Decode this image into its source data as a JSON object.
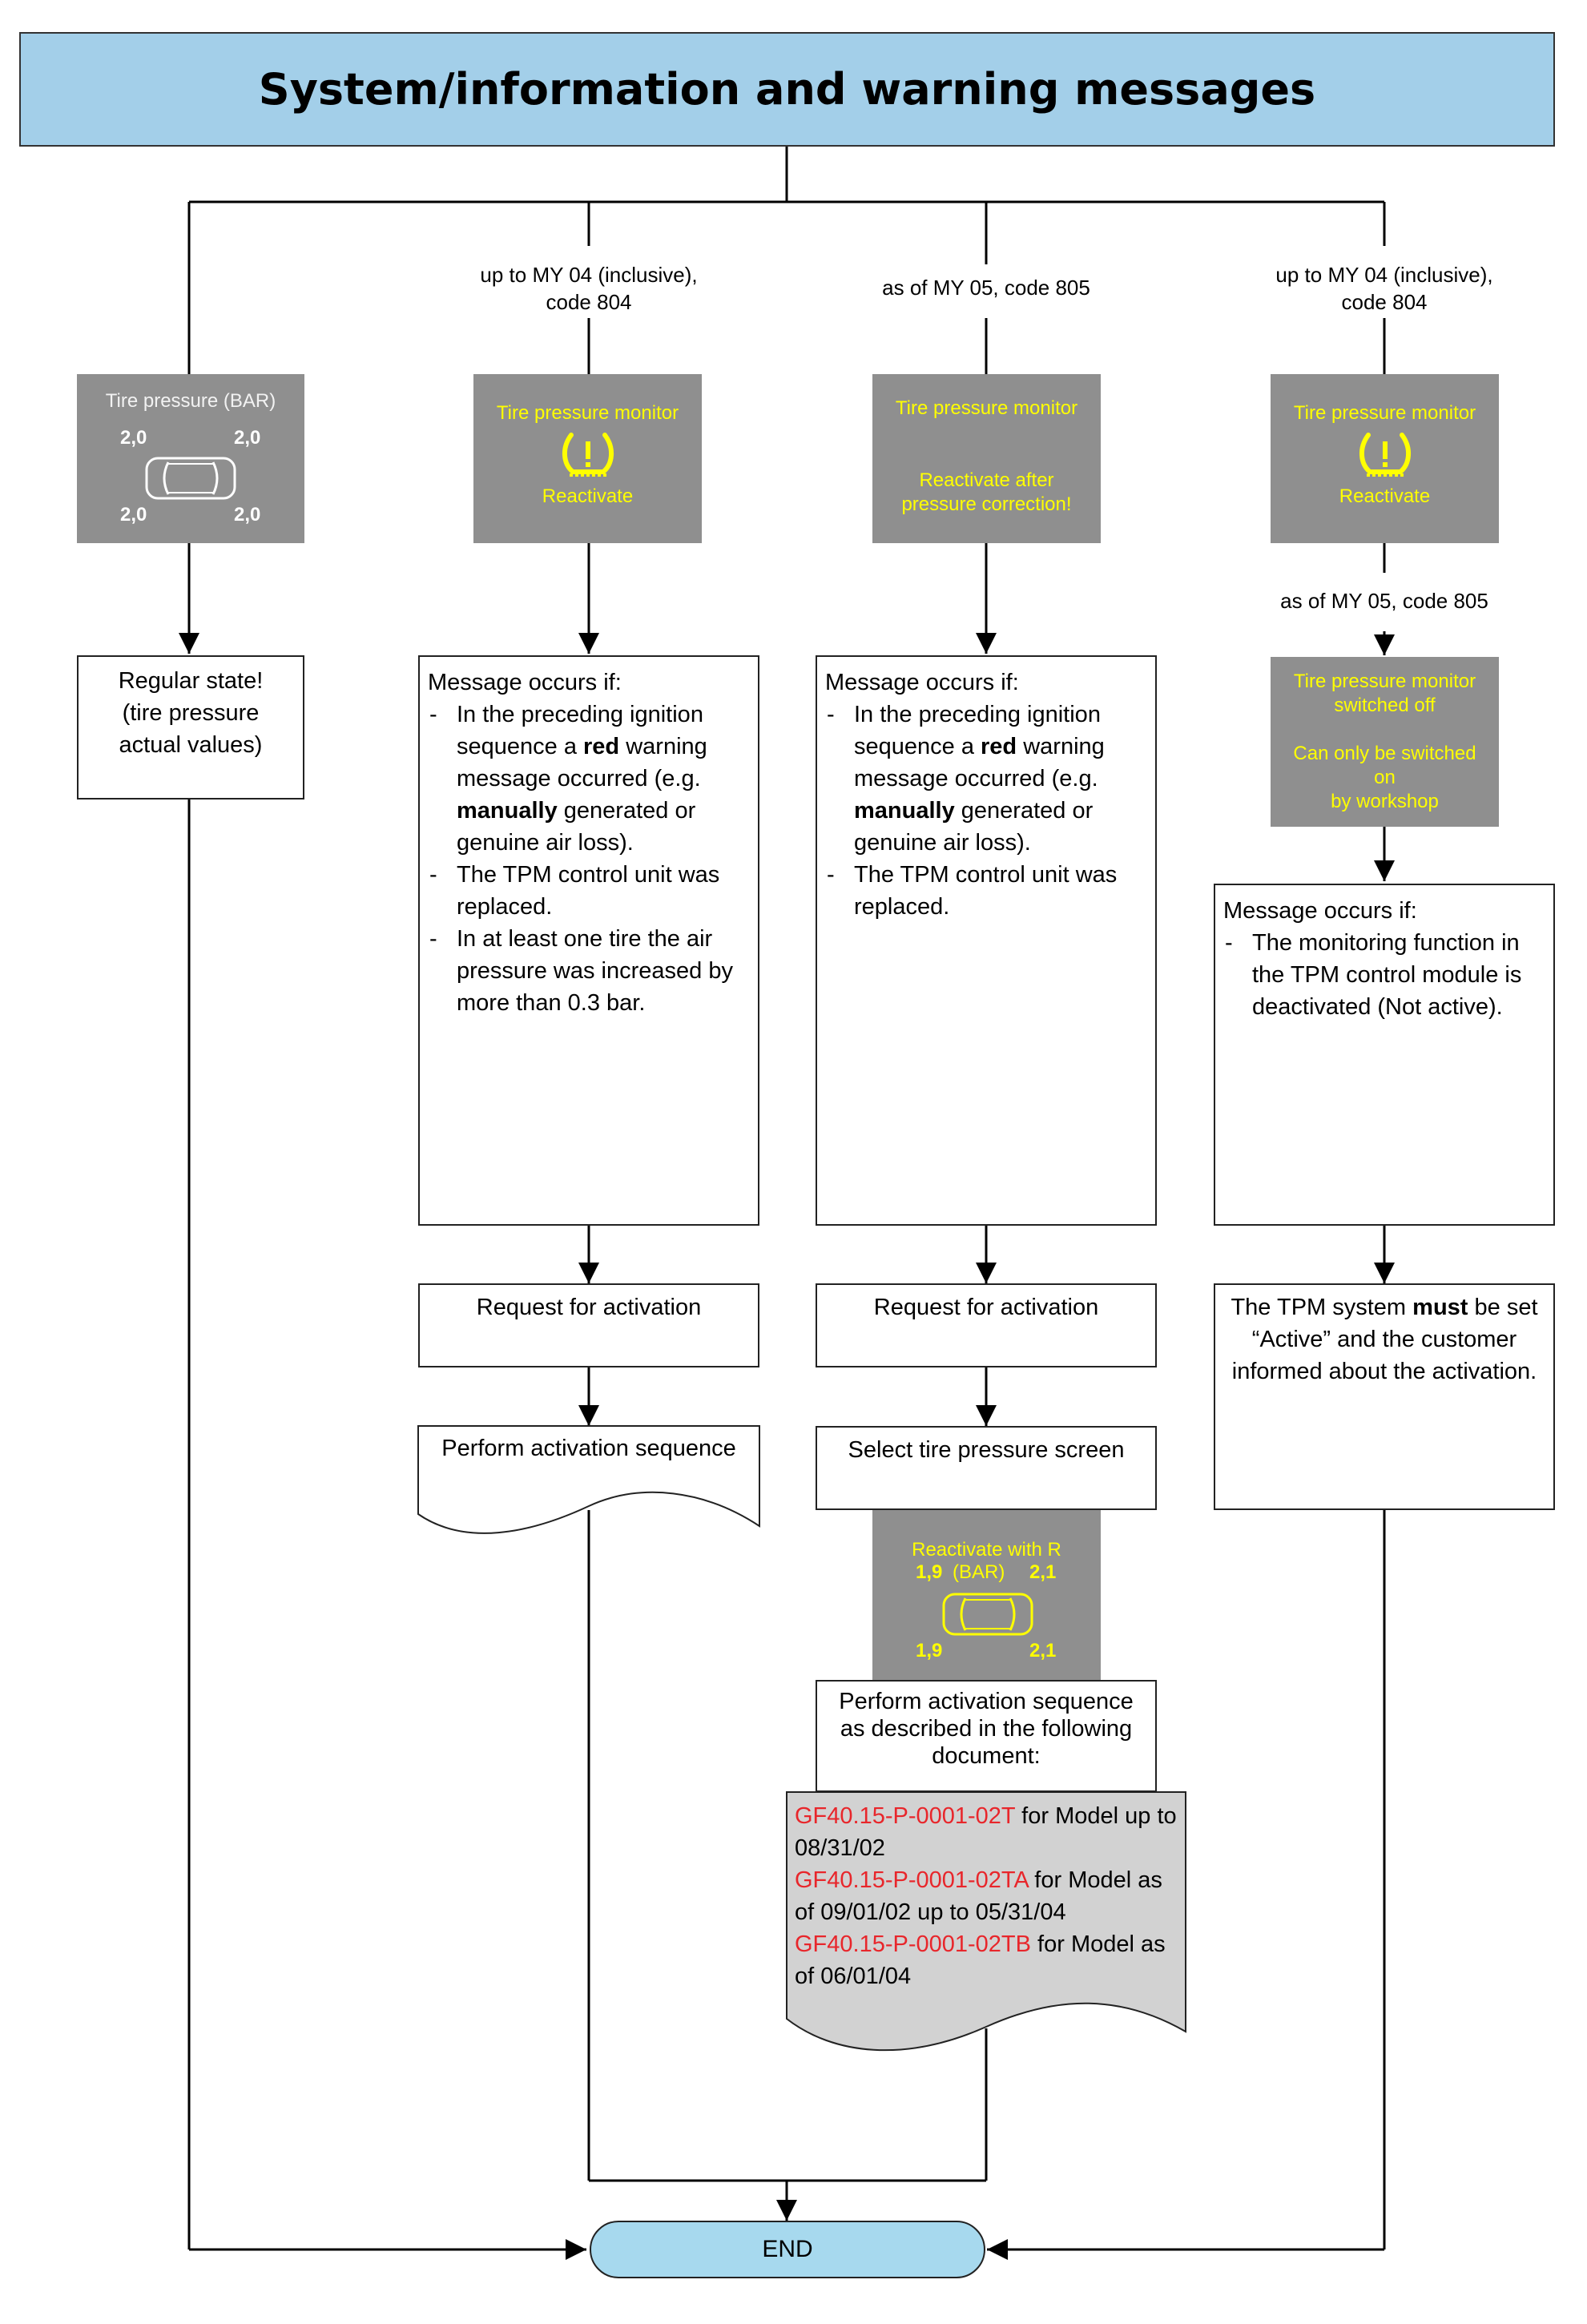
{
  "title": "System/information and warning messages",
  "branch_labels": {
    "col2": [
      "up to MY 04 (inclusive),",
      "code 804"
    ],
    "col3": [
      "as of MY 05, code 805"
    ],
    "col4": [
      "up to MY 04 (inclusive),",
      "code 804"
    ],
    "col4_lower": [
      "as of MY 05, code 805"
    ]
  },
  "col1": {
    "display": {
      "title": "Tire pressure (BAR)",
      "front_left": "2,0",
      "front_right": "2,0",
      "rear_left": "2,0",
      "rear_right": "2,0",
      "icon": "car-top-view-icon"
    },
    "result_lines": [
      "Regular state!",
      "(tire pressure",
      "actual values)"
    ]
  },
  "col2": {
    "display": {
      "title": "Tire pressure monitor",
      "icon": "tire-warning-icon",
      "status": "Reactivate"
    },
    "message": {
      "heading": "Message occurs if:",
      "items": [
        [
          "In the preceding ignition sequence a ",
          "red",
          " warning message occurred (e.g. ",
          "manually",
          " generated or genuine air loss)."
        ],
        [
          "The TPM control unit was replaced."
        ],
        [
          "In at least one tire the air pressure was increased by more than 0.3 bar."
        ]
      ]
    },
    "request": "Request for activation",
    "perform": "Perform activation sequence"
  },
  "col3": {
    "display": {
      "title": "Tire pressure monitor",
      "lines": [
        "Reactivate after",
        "pressure correction!"
      ]
    },
    "message": {
      "heading": "Message occurs if:",
      "items": [
        [
          "In the preceding ignition sequence a ",
          "red",
          " warning message occurred (e.g. ",
          "manually",
          " generated or genuine air loss)."
        ],
        [
          "The TPM control unit was replaced."
        ]
      ]
    },
    "request": "Request for activation",
    "select": "Select tire pressure screen",
    "display2": {
      "title": "Reactivate with R",
      "unit": "(BAR)",
      "front_left": "1,9",
      "front_right": "2,1",
      "rear_left": "1,9",
      "rear_right": "2,1",
      "icon": "car-top-view-icon"
    },
    "perform_lines": [
      "Perform activation sequence",
      "as described in the following",
      "document:"
    ],
    "documents": [
      {
        "code": "GF40.15-P-0001-02T",
        "text": " for Model up to 08/31/02"
      },
      {
        "code": "GF40.15-P-0001-02TA",
        "text": " for Model as of 09/01/02 up to 05/31/04"
      },
      {
        "code": "GF40.15-P-0001-02TB",
        "text": " for Model as of 06/01/04"
      }
    ]
  },
  "col4": {
    "display": {
      "title": "Tire pressure monitor",
      "icon": "tire-warning-icon",
      "status": "Reactivate"
    },
    "display2": {
      "lines": [
        "Tire pressure monitor",
        "switched off",
        "",
        "Can only be switched",
        "on",
        "by workshop"
      ]
    },
    "message": {
      "heading": "Message occurs if:",
      "items": [
        [
          "The monitoring function in the TPM control module is deactivated (Not active)."
        ]
      ]
    },
    "result": [
      "The TPM system ",
      "must",
      " be set “Active” and the customer informed about the activation."
    ]
  },
  "end": "END",
  "colors": {
    "title_fill": "#a3cfe9",
    "end_fill": "#a7d9ee",
    "display_fill": "#8f8f8f",
    "display_text": "#ffff00",
    "doc_code": "#e8262b",
    "doc_fill": "#d2d2d2"
  }
}
